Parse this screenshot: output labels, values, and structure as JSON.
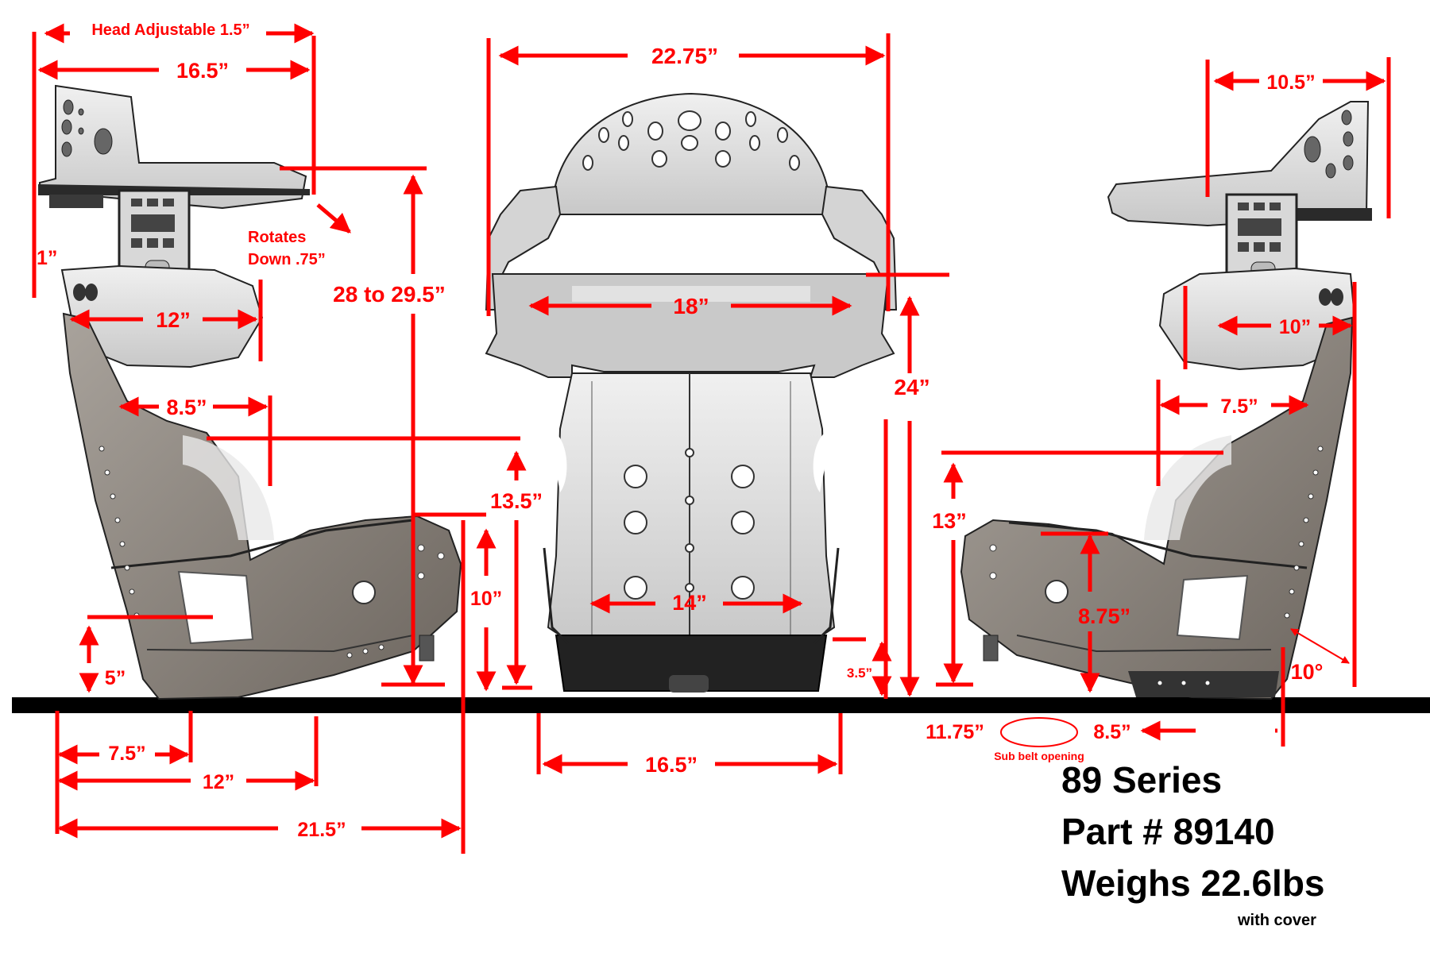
{
  "dimensions": {
    "head_adjustable": "Head Adjustable 1.5”",
    "head_depth": "16.5”",
    "head_side_offset": "1”",
    "rotates": "Rotates",
    "rotates_down": "Down .75”",
    "overall_height": "28 to 29.5”",
    "shoulder_left": "12”",
    "rib_left": "8.5”",
    "front_height": "13.5”",
    "leg_height": "10”",
    "hip_offset": "5”",
    "seat_75": "7.5”",
    "seat_12": "12”",
    "seat_215": "21.5”",
    "top_width": "22.75”",
    "shoulder_width": "18”",
    "back_height": "24”",
    "hip_width": "14”",
    "bottom_clearance": "3.5”",
    "base_width": "16.5”",
    "head_right_width": "10.5”",
    "shoulder_right": "10”",
    "rib_right": "7.5”",
    "side_height_right": "13”",
    "leg_height_right": "8.75”",
    "recline_angle": "10°",
    "belt_left": "11.75”",
    "belt_right": "8.5”",
    "sub_belt": "Sub belt opening"
  },
  "info": {
    "series": "89 Series",
    "part": "Part # 89140",
    "weight": "Weighs 22.6lbs",
    "cover_note": "with cover"
  },
  "colors": {
    "dimension": "#ff0000",
    "ground": "#000000",
    "seat_light": "#dcdcdc",
    "seat_dark": "#7d766f",
    "outline": "#222222"
  }
}
